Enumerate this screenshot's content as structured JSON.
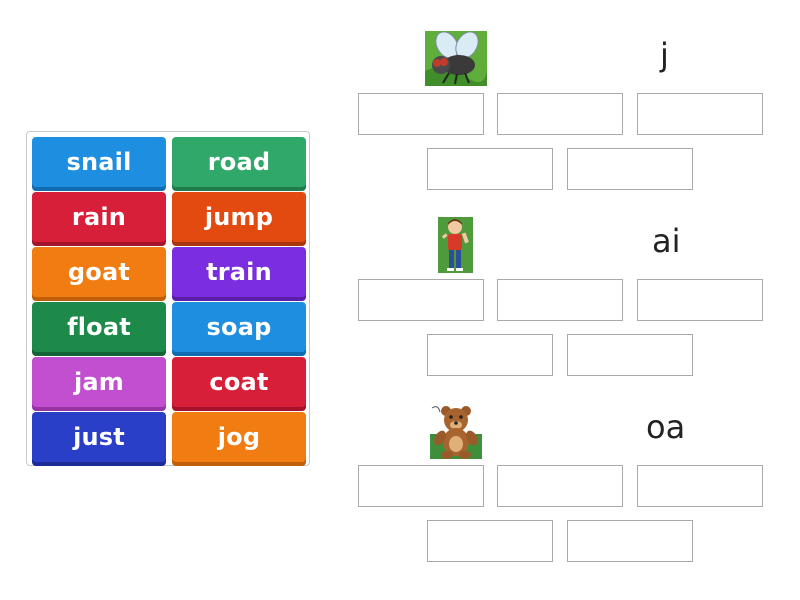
{
  "tiles": [
    {
      "label": "snail",
      "color": "#1e8fe0"
    },
    {
      "label": "road",
      "color": "#2fa86a"
    },
    {
      "label": "rain",
      "color": "#d81f3a"
    },
    {
      "label": "jump",
      "color": "#e24a0f"
    },
    {
      "label": "goat",
      "color": "#f07c12"
    },
    {
      "label": "train",
      "color": "#7b2ee0"
    },
    {
      "label": "float",
      "color": "#1e8a4a"
    },
    {
      "label": "soap",
      "color": "#1e8fe0"
    },
    {
      "label": "jam",
      "color": "#c14fd0"
    },
    {
      "label": "coat",
      "color": "#d81f3a"
    },
    {
      "label": "just",
      "color": "#2a3fc8"
    },
    {
      "label": "jog",
      "color": "#f07c12"
    }
  ],
  "groups": [
    {
      "label": "j",
      "icon": "fly-icon"
    },
    {
      "label": "ai",
      "icon": "boy-icon"
    },
    {
      "label": "oa",
      "icon": "bear-icon"
    }
  ]
}
